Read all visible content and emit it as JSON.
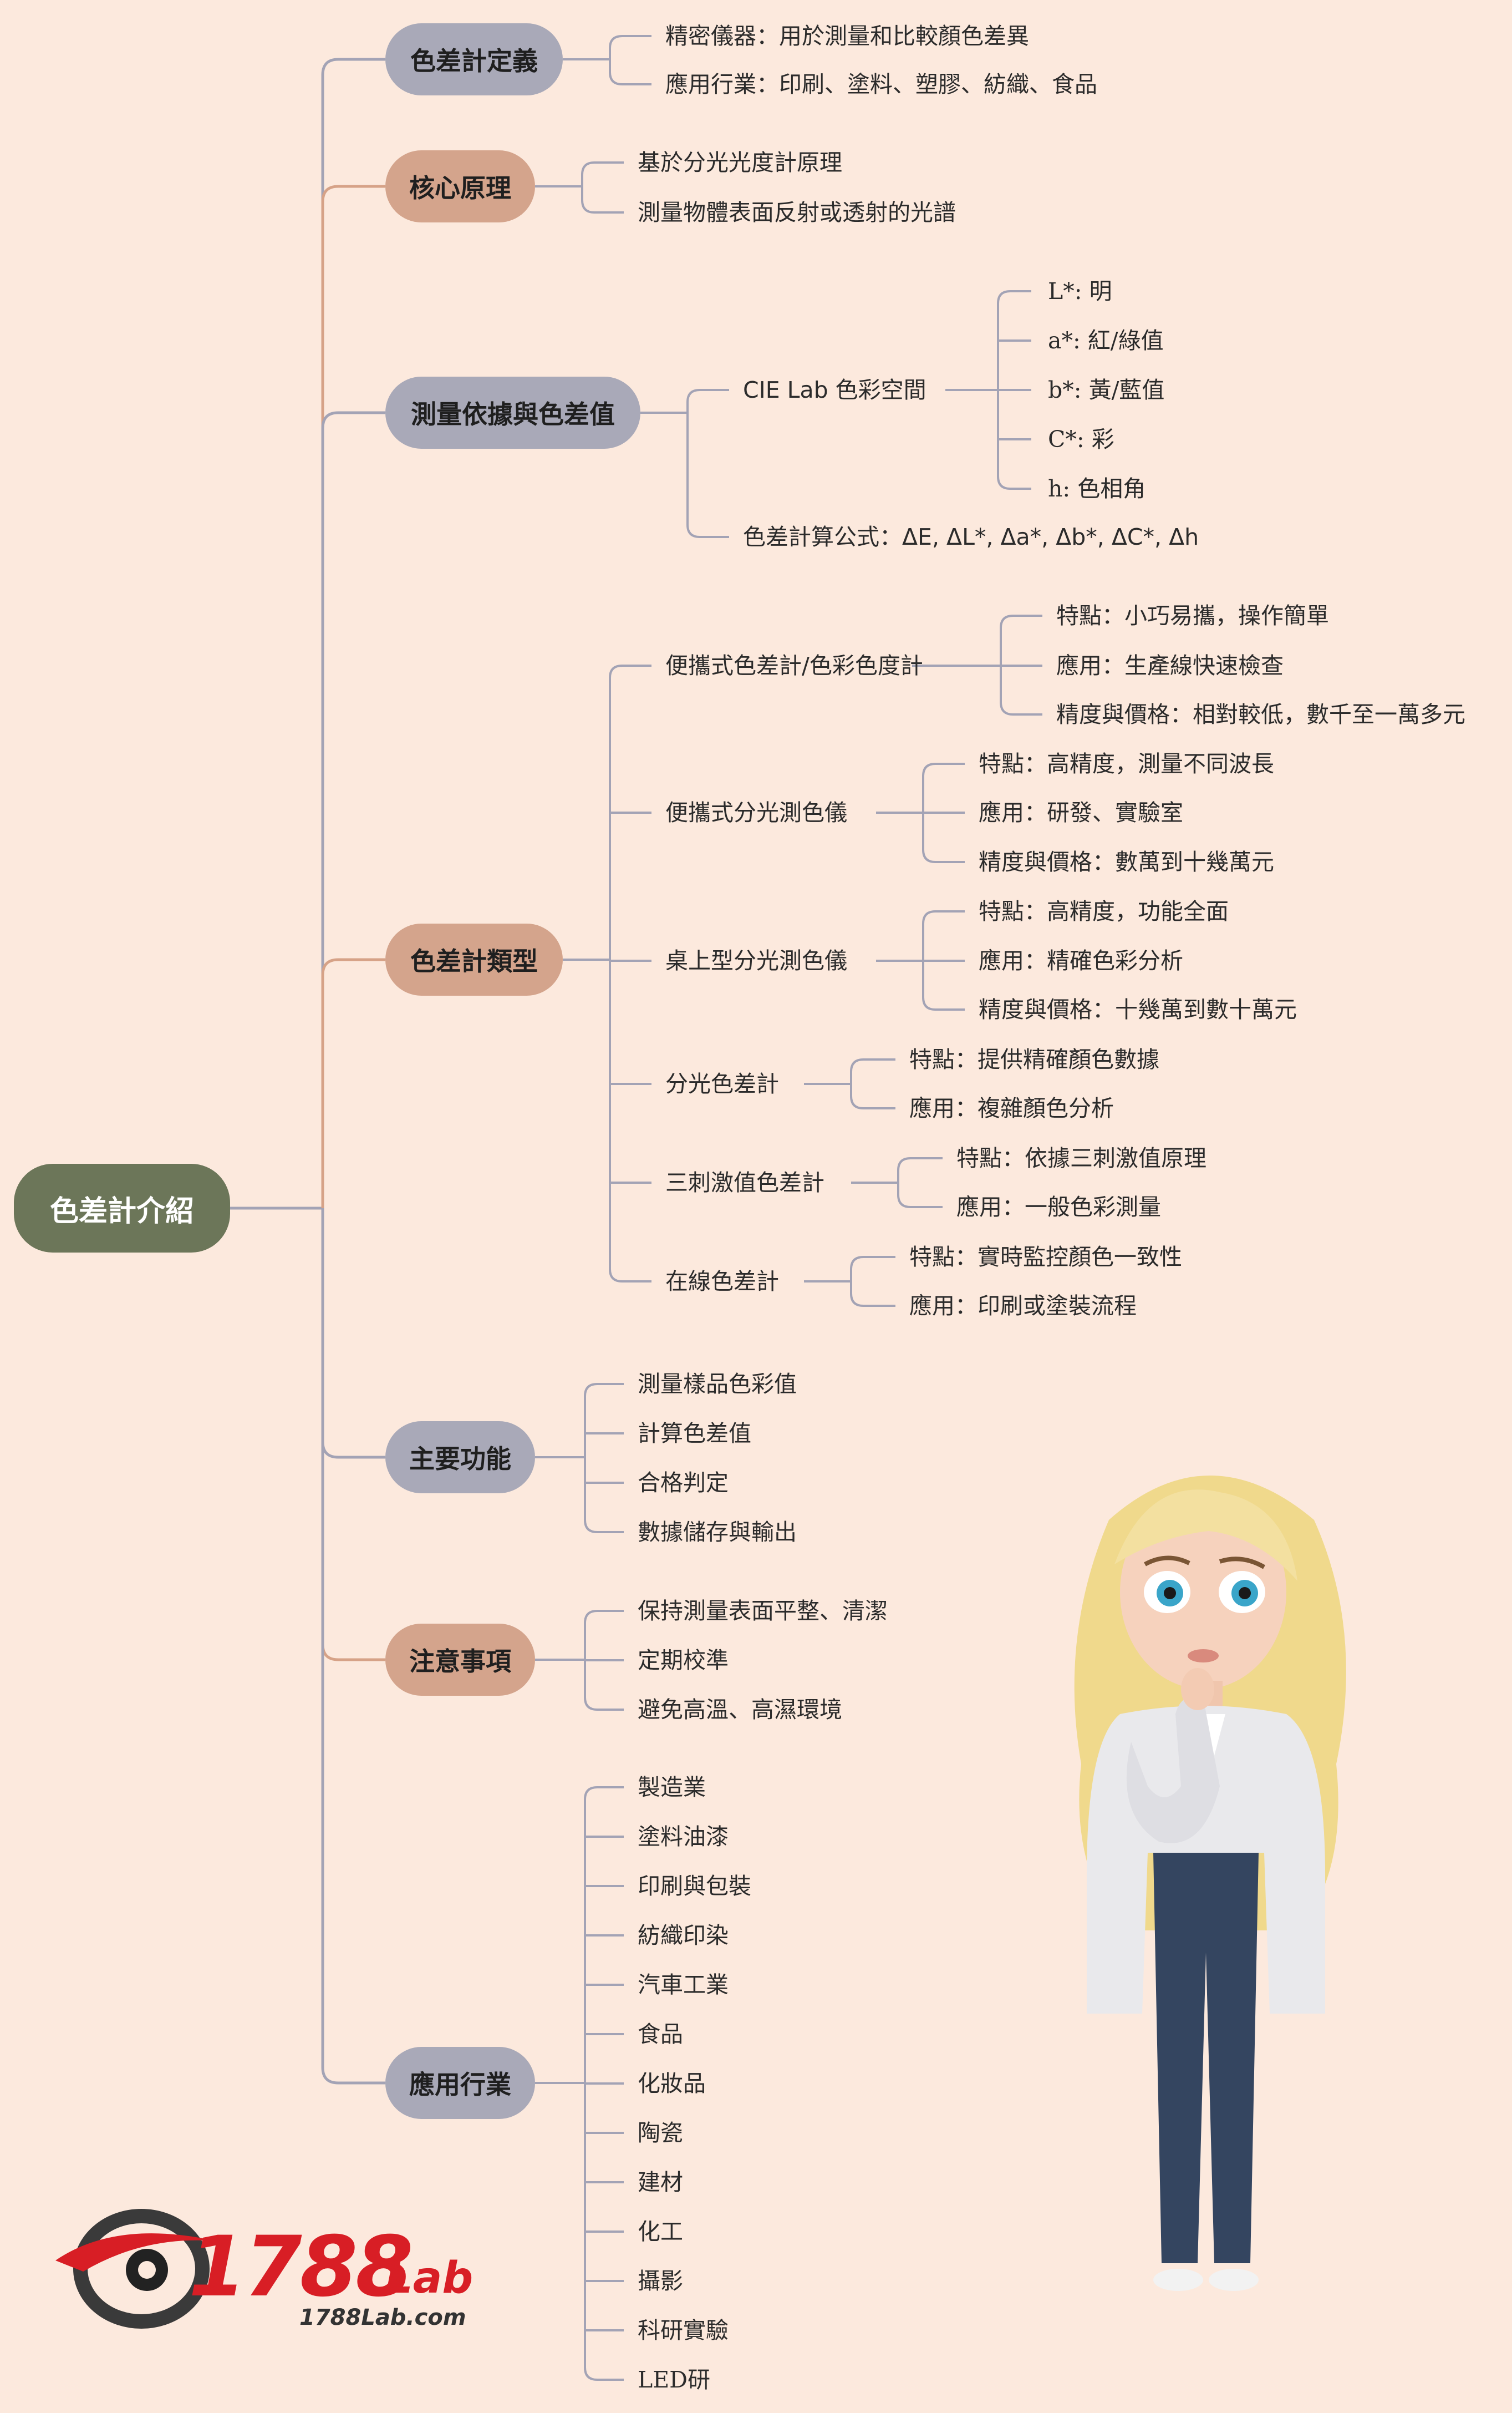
{
  "root": {
    "label": "色差計介紹"
  },
  "branches": [
    {
      "label": "色差計定義",
      "style": "gray",
      "children": [
        {
          "label": "精密儀器：用於測量和比較顏色差異"
        },
        {
          "label": "應用行業：印刷、塗料、塑膠、紡織、食品"
        }
      ]
    },
    {
      "label": "核心原理",
      "style": "tan",
      "children": [
        {
          "label": "基於分光光度計原理"
        },
        {
          "label": "測量物體表面反射或透射的光譜"
        }
      ]
    },
    {
      "label": "測量依據與色差值",
      "style": "gray",
      "children": [
        {
          "label": "CIE Lab 色彩空間",
          "children": [
            {
              "label": "L*: 明"
            },
            {
              "label": "a*: 紅/綠值"
            },
            {
              "label": "b*: 黃/藍值"
            },
            {
              "label": "C*: 彩"
            },
            {
              "label": "h: 色相角"
            }
          ]
        },
        {
          "label": "色差計算公式：ΔE, ΔL*, Δa*, Δb*, ΔC*, Δh"
        }
      ]
    },
    {
      "label": "色差計類型",
      "style": "tan",
      "children": [
        {
          "label": "便攜式色差計/色彩色度計",
          "children": [
            {
              "label": "特點：小巧易攜，操作簡單"
            },
            {
              "label": "應用：生產線快速檢查"
            },
            {
              "label": "精度與價格：相對較低，數千至一萬多元"
            }
          ]
        },
        {
          "label": "便攜式分光測色儀",
          "children": [
            {
              "label": "特點：高精度，測量不同波長"
            },
            {
              "label": "應用：研發、實驗室"
            },
            {
              "label": "精度與價格：數萬到十幾萬元"
            }
          ]
        },
        {
          "label": "桌上型分光測色儀",
          "children": [
            {
              "label": "特點：高精度，功能全面"
            },
            {
              "label": "應用：精確色彩分析"
            },
            {
              "label": "精度與價格：十幾萬到數十萬元"
            }
          ]
        },
        {
          "label": "分光色差計",
          "children": [
            {
              "label": "特點：提供精確顏色數據"
            },
            {
              "label": "應用：複雜顏色分析"
            }
          ]
        },
        {
          "label": "三刺激值色差計",
          "children": [
            {
              "label": "特點：依據三刺激值原理"
            },
            {
              "label": "應用：一般色彩測量"
            }
          ]
        },
        {
          "label": "在線色差計",
          "children": [
            {
              "label": "特點：實時監控顏色一致性"
            },
            {
              "label": "應用：印刷或塗裝流程"
            }
          ]
        }
      ]
    },
    {
      "label": "主要功能",
      "style": "gray",
      "children": [
        {
          "label": "測量樣品色彩值"
        },
        {
          "label": "計算色差值"
        },
        {
          "label": "合格判定"
        },
        {
          "label": "數據儲存與輸出"
        }
      ]
    },
    {
      "label": "注意事項",
      "style": "tan",
      "children": [
        {
          "label": "保持測量表面平整、清潔"
        },
        {
          "label": "定期校準"
        },
        {
          "label": "避免高溫、高濕環境"
        }
      ]
    },
    {
      "label": "應用行業",
      "style": "gray",
      "children": [
        {
          "label": "製造業"
        },
        {
          "label": "塗料油漆"
        },
        {
          "label": "印刷與包裝"
        },
        {
          "label": "紡織印染"
        },
        {
          "label": "汽車工業"
        },
        {
          "label": "食品"
        },
        {
          "label": "化妝品"
        },
        {
          "label": "陶瓷"
        },
        {
          "label": "建材"
        },
        {
          "label": "化工"
        },
        {
          "label": "攝影"
        },
        {
          "label": "科研實驗"
        },
        {
          "label": "LED研"
        }
      ]
    }
  ],
  "colors": {
    "background": "#fce9dd",
    "pill_gray": "#a9a9b8",
    "pill_tan": "#d4a48c",
    "root": "#6c7659",
    "line_gray": "#a3a3b5",
    "line_tan": "#d6a287",
    "logo_red": "#d81e25"
  },
  "logo": {
    "main": "1788",
    "suffix": "Lab",
    "url": "1788Lab.com"
  }
}
